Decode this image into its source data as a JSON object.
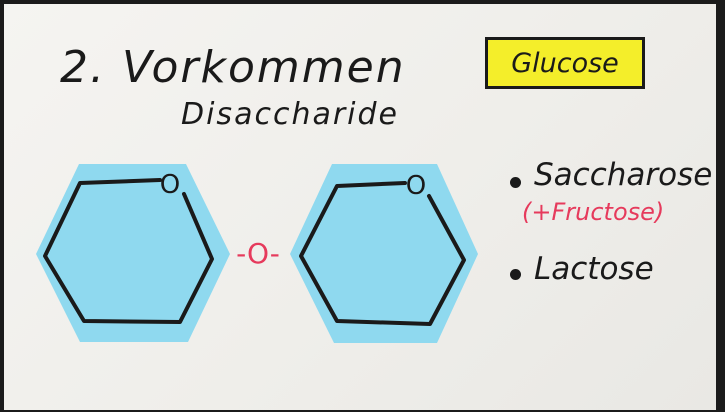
{
  "board": {
    "title": "2. Vorkommen",
    "subtitle": "Disaccharide",
    "glucose_label": "Glucose",
    "bridge_label": "-O-",
    "ring_oxygen_label": "O",
    "items": [
      {
        "label": "Saccharose",
        "note": "(+Fructose)"
      },
      {
        "label": "Lactose"
      }
    ]
  },
  "colors": {
    "board": "#f0efeb",
    "ink": "#1a1a1a",
    "hexagon_fill": "#8fd9ef",
    "accent_red": "#e63a5c",
    "glucose_card": "#f4ee2a"
  }
}
